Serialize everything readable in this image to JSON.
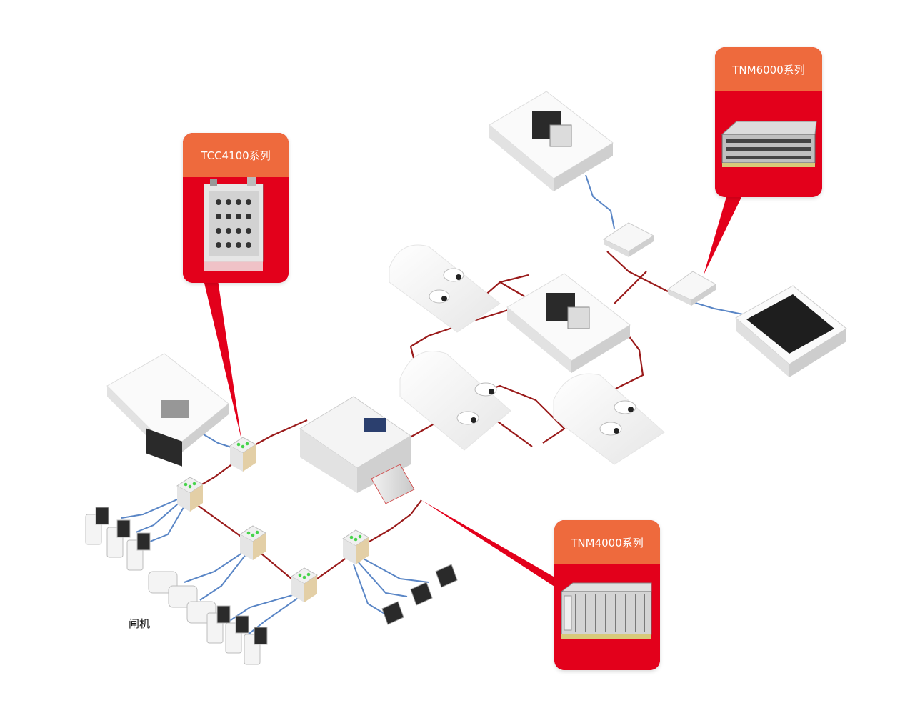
{
  "callouts": {
    "tcc": {
      "label": "TCC4100系列"
    },
    "tnm6": {
      "label": "TNM6000系列"
    },
    "tnm4": {
      "label": "TNM4000系列"
    }
  },
  "labels": {
    "gate": "闸机"
  },
  "colors": {
    "fiber_red": "#9a1b1b",
    "cable_blue": "#5a86c6",
    "callout_red": "#e3001b",
    "callout_orange": "#ee6a3d"
  }
}
